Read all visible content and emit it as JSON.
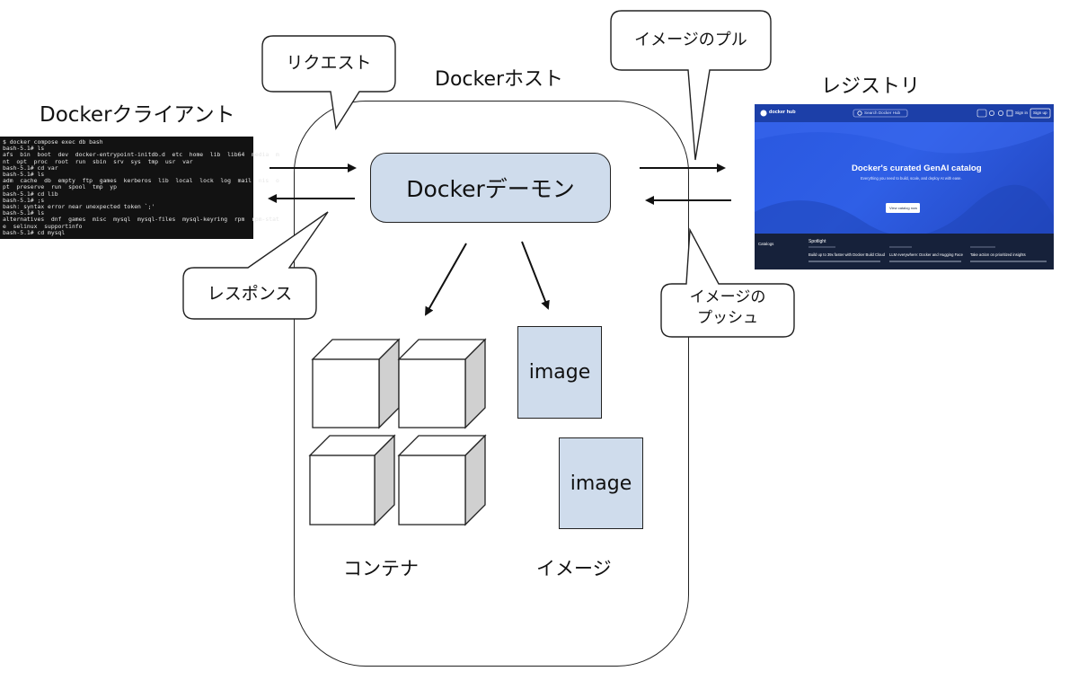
{
  "labels": {
    "client": "Dockerクライアント",
    "host": "Dockerホスト",
    "registry": "レジストリ",
    "daemon": "Dockerデーモン",
    "containers": "コンテナ",
    "images": "イメージ",
    "image_box_1": "image",
    "image_box_2": "image"
  },
  "bubbles": {
    "request": "リクエスト",
    "response": "レスポンス",
    "pull": "イメージのプル",
    "push_line1": "イメージの",
    "push_line2": "プッシュ"
  },
  "terminal_lines": [
    "$ docker compose exec db bash",
    "bash-5.1# ls",
    "afs  bin  boot  dev  docker-entrypoint-initdb.d  etc  home  lib  lib64  media  m",
    "nt  opt  proc  root  run  sbin  srv  sys  tmp  usr  var",
    "bash-5.1# cd var",
    "bash-5.1# ls",
    "adm  cache  db  empty  ftp  games  kerberos  lib  local  lock  log  mail  nis  o",
    "pt  preserve  run  spool  tmp  yp",
    "bash-5.1# cd lib",
    "bash-5.1# ;s",
    "bash: syntax error near unexpected token `;'",
    "bash-5.1# ls",
    "alternatives  dnf  games  misc  mysql  mysql-files  mysql-keyring  rpm  rpm-stat",
    "e  selinux  supportinfo",
    "bash-5.1# cd mysql"
  ],
  "registry_screenshot": {
    "logo": "docker hub",
    "search_placeholder": "Search Docker Hub",
    "sign_in": "Sign in",
    "sign_up": "Sign up",
    "headline": "Docker's curated GenAI catalog",
    "subline": "Everything you need to build, scale, and deploy AI with ease.",
    "button": "View catalog now",
    "sidebar_title": "Catalogs",
    "spotlight_title": "Spotlight",
    "cards": [
      "Build up to 39x faster with Docker Build Cloud",
      "LLM everywhere: Docker and Hugging Face",
      "Take action on prioritized insights"
    ]
  }
}
